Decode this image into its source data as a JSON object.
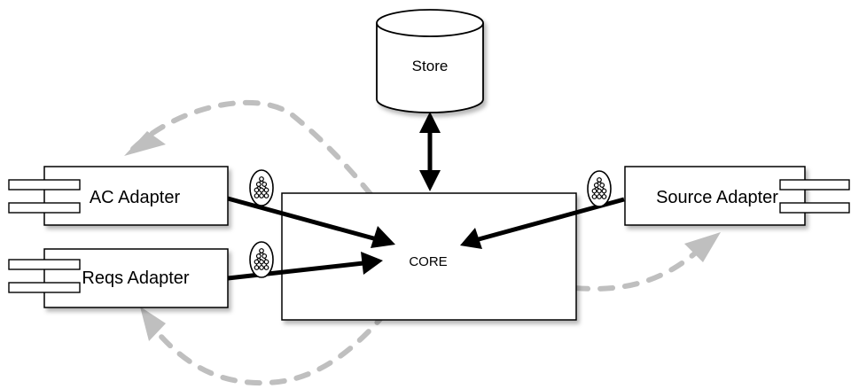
{
  "diagram": {
    "store": {
      "label": "Store"
    },
    "core": {
      "label": "CORE"
    },
    "components": {
      "ac_adapter": {
        "label": "AC Adapter"
      },
      "reqs_adapter": {
        "label": "Reqs Adapter"
      },
      "source_adapter": {
        "label": "Source Adapter"
      }
    },
    "icons": [
      "hierarchy-icon",
      "hierarchy-icon",
      "hierarchy-icon"
    ],
    "colors": {
      "stroke": "#000000",
      "fill": "#ffffff",
      "dashed_flow": "#bfbfbf",
      "shadow": "#b3b3b3"
    }
  }
}
